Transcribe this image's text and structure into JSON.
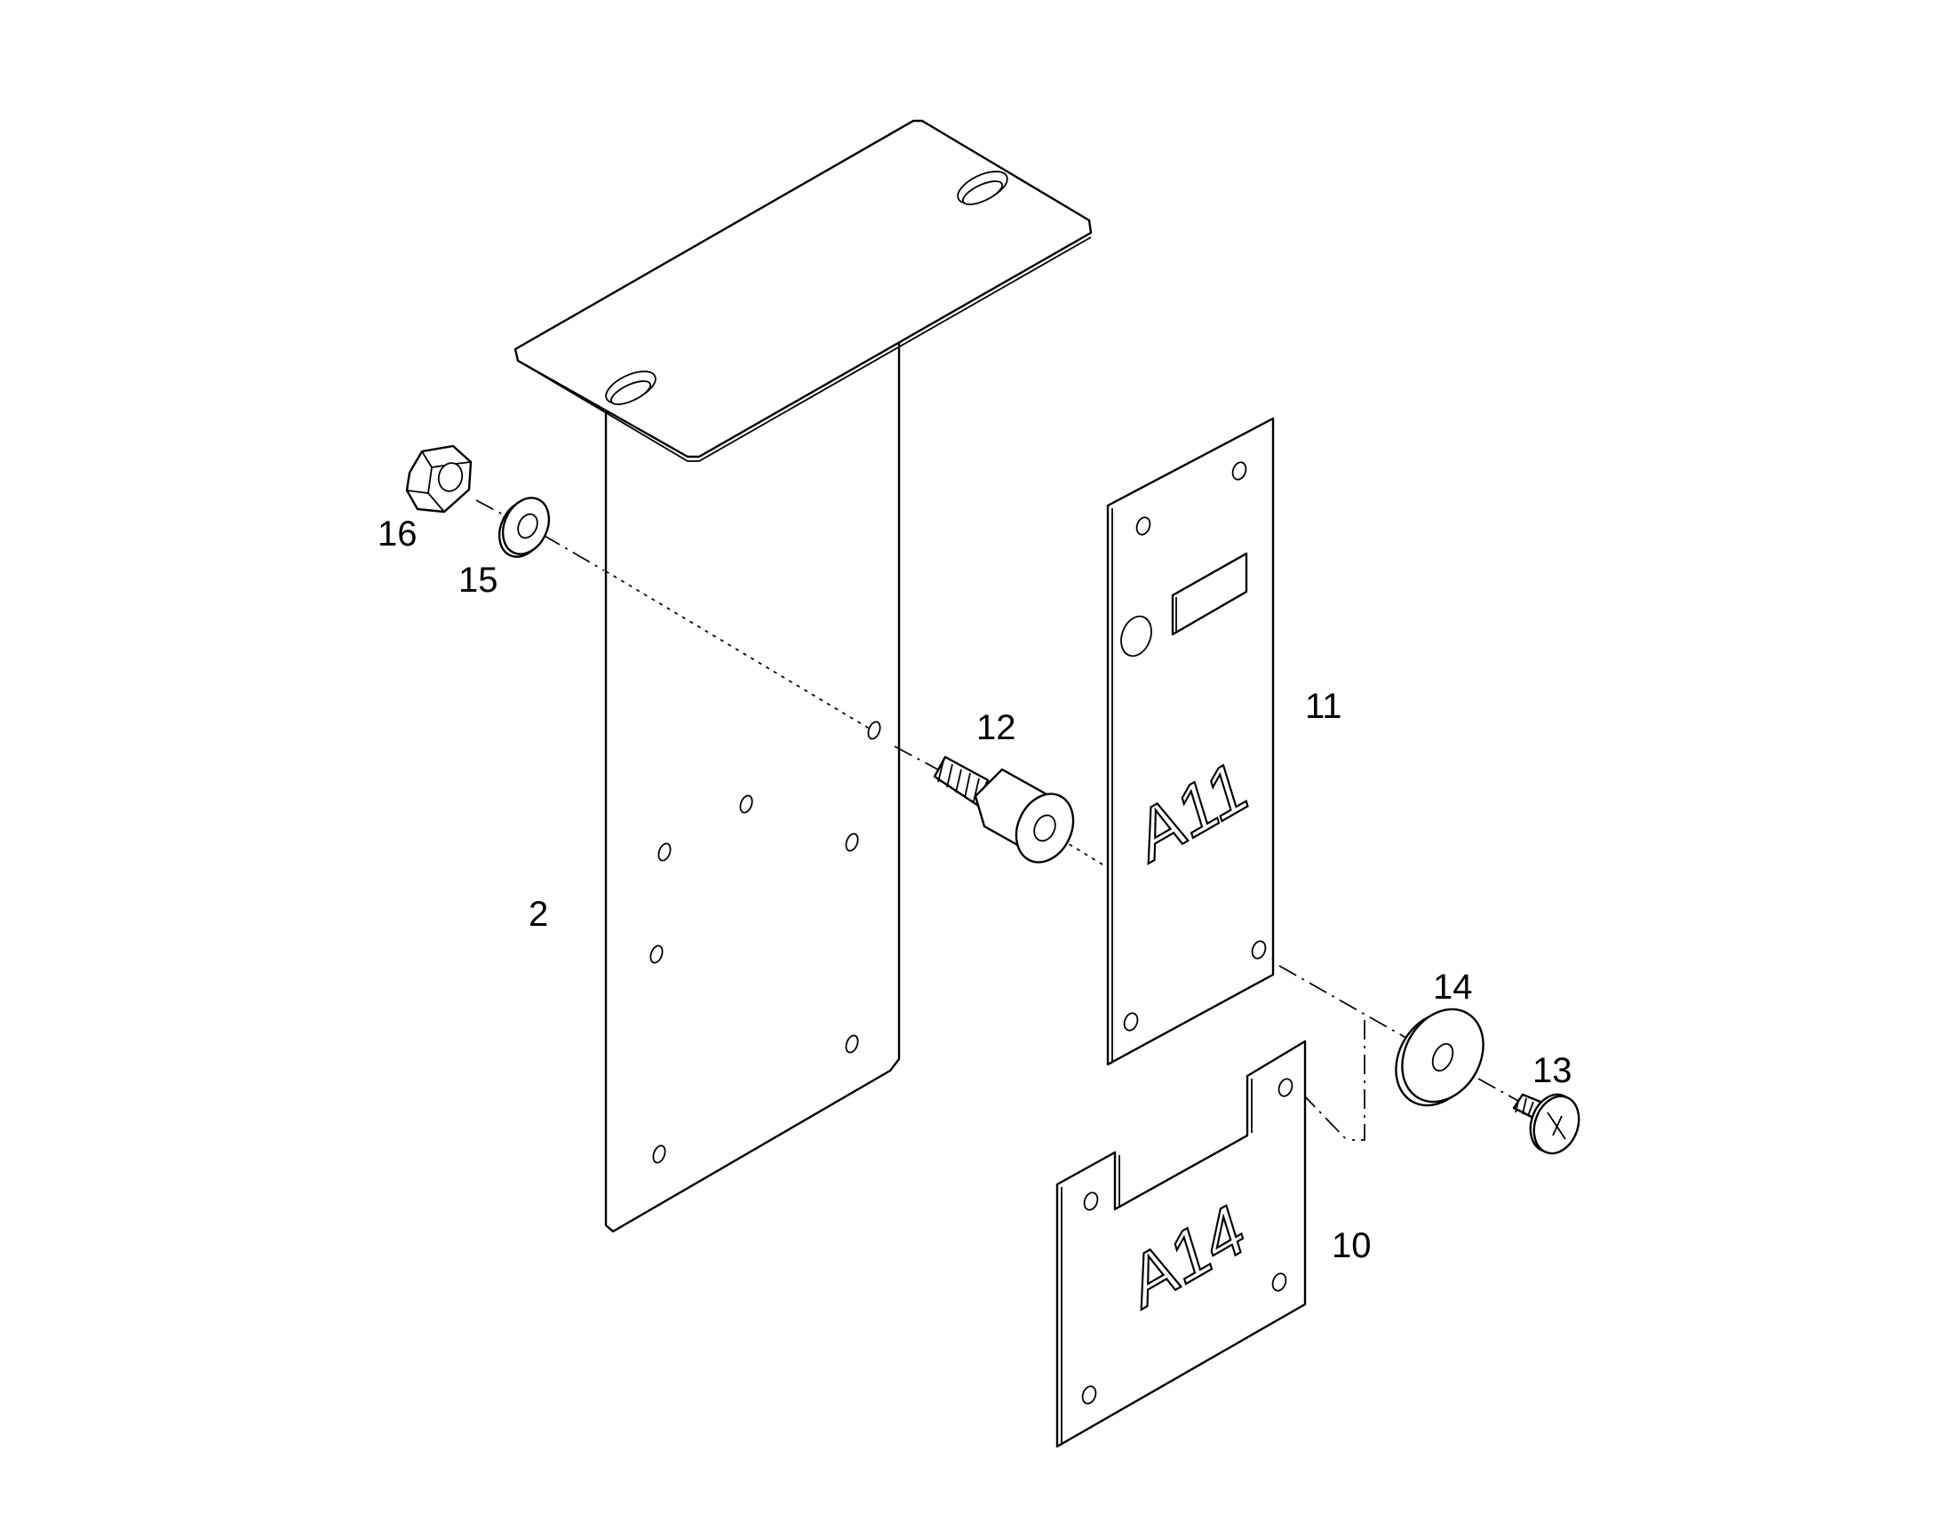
{
  "callouts": {
    "c2": "2",
    "c10": "10",
    "c11": "11",
    "c12": "12",
    "c13": "13",
    "c14": "14",
    "c15": "15",
    "c16": "16"
  },
  "plate_labels": {
    "a11": "A11",
    "a14": "A14"
  }
}
